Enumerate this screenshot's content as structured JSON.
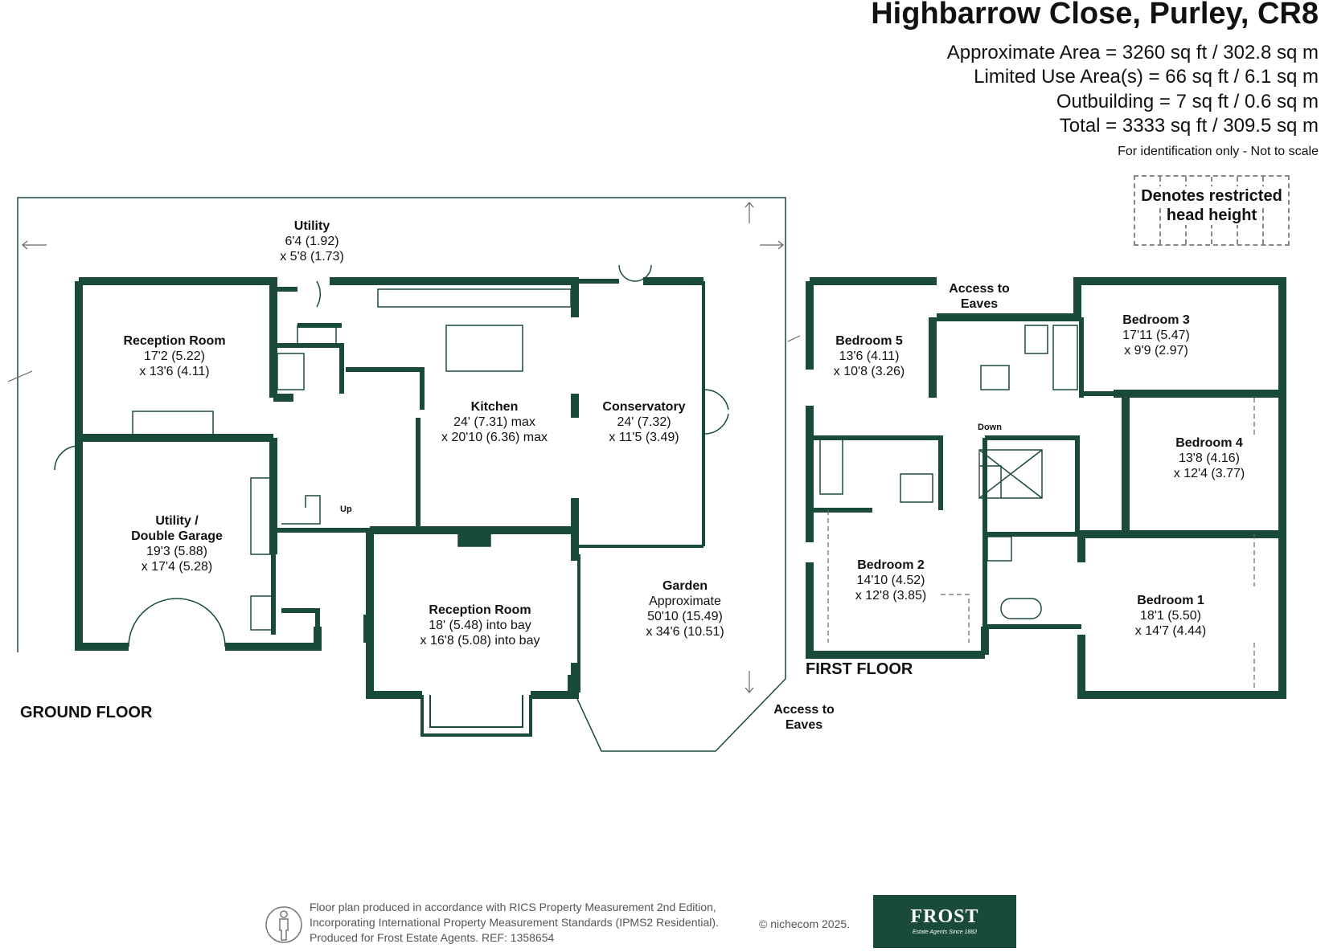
{
  "header": {
    "title": "Highbarrow Close, Purley, CR8",
    "areas": [
      "Approximate Area = 3260 sq ft / 302.8 sq m",
      "Limited Use Area(s) = 66 sq ft / 6.1 sq m",
      "Outbuilding = 7 sq ft / 0.6 sq m",
      "Total = 3333 sq ft / 309.5 sq m"
    ],
    "note": "For identification only - Not to scale"
  },
  "legend": {
    "restricted_line1": "Denotes restricted",
    "restricted_line2": "head height"
  },
  "ground_floor": {
    "label": "GROUND FLOOR",
    "rooms": [
      {
        "name": "Utility",
        "dims": [
          "6'4 (1.92)",
          "x 5'8 (1.73)"
        ]
      },
      {
        "name": "Reception Room",
        "dims": [
          "17'2 (5.22)",
          "x 13'6 (4.11)"
        ]
      },
      {
        "name": "Kitchen",
        "dims": [
          "24' (7.31) max",
          "x 20'10 (6.36) max"
        ]
      },
      {
        "name": "Conservatory",
        "dims": [
          "24' (7.32)",
          "x 11'5 (3.49)"
        ]
      },
      {
        "name": "Utility /",
        "name2": "Double Garage",
        "dims": [
          "19'3 (5.88)",
          "x 17'4 (5.28)"
        ]
      },
      {
        "name": "Reception Room",
        "dims": [
          "18' (5.48) into bay",
          "x 16'8 (5.08) into bay"
        ]
      },
      {
        "name": "Garden",
        "dims": [
          "Approximate",
          "50'10 (15.49)",
          "x 34'6 (10.51)"
        ]
      }
    ],
    "stairs_label": "Up"
  },
  "first_floor": {
    "label": "FIRST FLOOR",
    "rooms": [
      {
        "name": "Bedroom 5",
        "dims": [
          "13'6 (4.11)",
          "x 10'8 (3.26)"
        ]
      },
      {
        "name": "Bedroom 3",
        "dims": [
          "17'11 (5.47)",
          "x 9'9 (2.97)"
        ]
      },
      {
        "name": "Bedroom 4",
        "dims": [
          "13'8 (4.16)",
          "x 12'4 (3.77)"
        ]
      },
      {
        "name": "Bedroom 2",
        "dims": [
          "14'10 (4.52)",
          "x 12'8 (3.85)"
        ]
      },
      {
        "name": "Bedroom 1",
        "dims": [
          "18'1 (5.50)",
          "x 14'7 (4.44)"
        ]
      }
    ],
    "stairs_label": "Down",
    "eaves_top": [
      "Access to",
      "Eaves"
    ],
    "eaves_bottom": [
      "Access to",
      "Eaves"
    ]
  },
  "footer": {
    "lines": [
      "Floor plan produced in accordance with RICS Property Measurement 2nd Edition,",
      "Incorporating International Property Measurement Standards (IPMS2 Residential).",
      "Produced for Frost Estate Agents.   REF:  1358654"
    ],
    "copyright": "© nichecom 2025.",
    "logo_brand": "FROST",
    "logo_tagline": "Estate Agents Since 1882"
  },
  "colors": {
    "wall": "#1a4a3a",
    "text": "#111111"
  },
  "icons": [
    "person-scale-icon",
    "frost-logo"
  ]
}
